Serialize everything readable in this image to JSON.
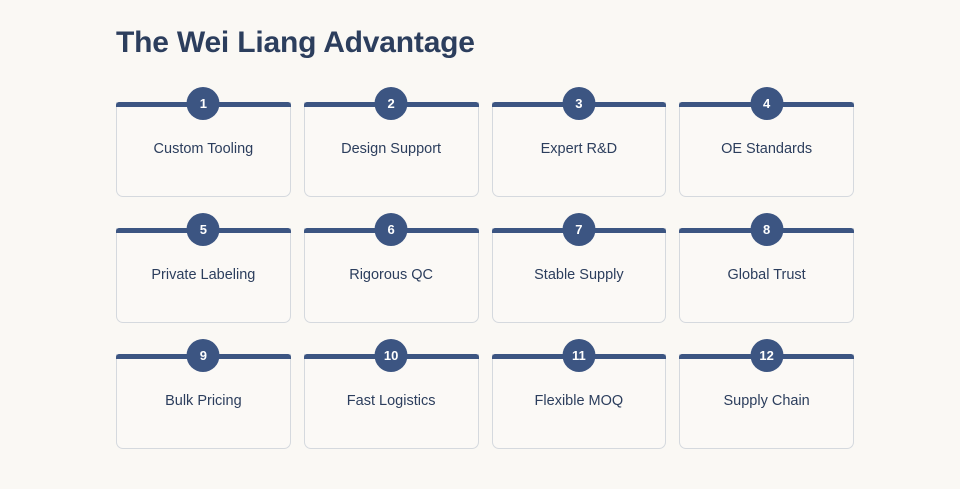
{
  "heading": "The Wei Liang Advantage",
  "colors": {
    "page_background": "#faf8f4",
    "accent": "#3c5582",
    "card_background": "#fbf9f6",
    "card_border": "#d5d9de",
    "text": "#2c3e5d",
    "badge_text": "#ffffff"
  },
  "cards": [
    {
      "number": "1",
      "label": "Custom Tooling"
    },
    {
      "number": "2",
      "label": "Design Support"
    },
    {
      "number": "3",
      "label": "Expert R&D"
    },
    {
      "number": "4",
      "label": "OE Standards"
    },
    {
      "number": "5",
      "label": "Private Labeling"
    },
    {
      "number": "6",
      "label": "Rigorous QC"
    },
    {
      "number": "7",
      "label": "Stable Supply"
    },
    {
      "number": "8",
      "label": "Global Trust"
    },
    {
      "number": "9",
      "label": "Bulk Pricing"
    },
    {
      "number": "10",
      "label": "Fast Logistics"
    },
    {
      "number": "11",
      "label": "Flexible MOQ"
    },
    {
      "number": "12",
      "label": "Supply Chain"
    }
  ]
}
